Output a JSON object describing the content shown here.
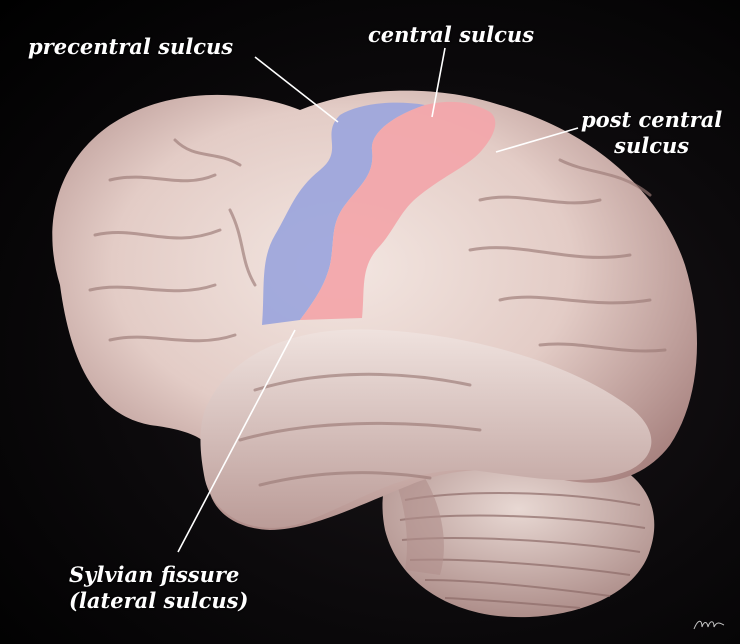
{
  "labels": {
    "precentral": "precentral sulcus",
    "central": "central sulcus",
    "postcentral_line1": "post central",
    "postcentral_line2": "sulcus",
    "sylvian_line1": "Sylvian fissure",
    "sylvian_line2": "(lateral sulcus)"
  },
  "colors": {
    "background": "#000000",
    "cortex": "#e6d3cd",
    "cortex_shadow": "#b89894",
    "precentral_gyrus": "#9ea6dc",
    "postcentral_gyrus": "#f2a6ab",
    "label_text": "#ffffff",
    "leader_line": "#ffffff"
  },
  "icons": {
    "brain": "brain-illustration"
  }
}
